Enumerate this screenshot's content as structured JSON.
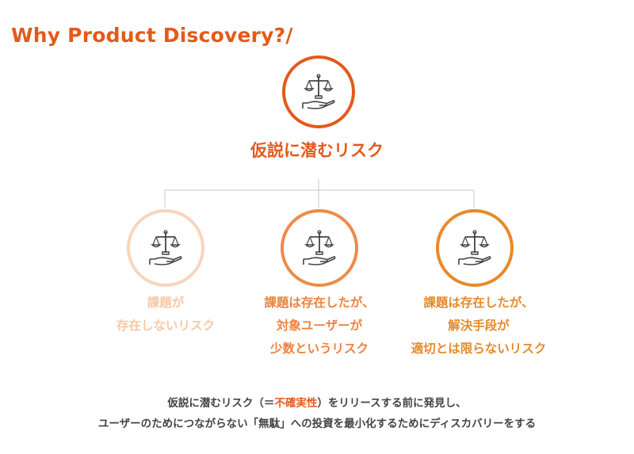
{
  "title": "Why Product Discovery?/",
  "root": {
    "icon": "scales-in-hand-icon",
    "label": "仮説に潜むリスク",
    "color": "#e4591c"
  },
  "branches": [
    {
      "icon": "scales-in-hand-icon",
      "lines": [
        "課題が",
        "存在しないリスク"
      ],
      "color": "#f7c8a6"
    },
    {
      "icon": "scales-in-hand-icon",
      "lines": [
        "課題は存在したが、",
        "対象ユーザーが",
        "少数というリスク"
      ],
      "color": "#ec8240"
    },
    {
      "icon": "scales-in-hand-icon",
      "lines": [
        "課題は存在したが、",
        "解決手段が",
        "適切とは限らないリスク"
      ],
      "color": "#e58a2a"
    }
  ],
  "summary": {
    "line1_pre": "仮説に潜むリスク（＝",
    "line1_highlight": "不確実性",
    "line1_post": "）をリリースする前に発見し、",
    "line2": "ユーザーのためにつながらない「無駄」への投資を最小化するためにディスカバリーをする"
  }
}
